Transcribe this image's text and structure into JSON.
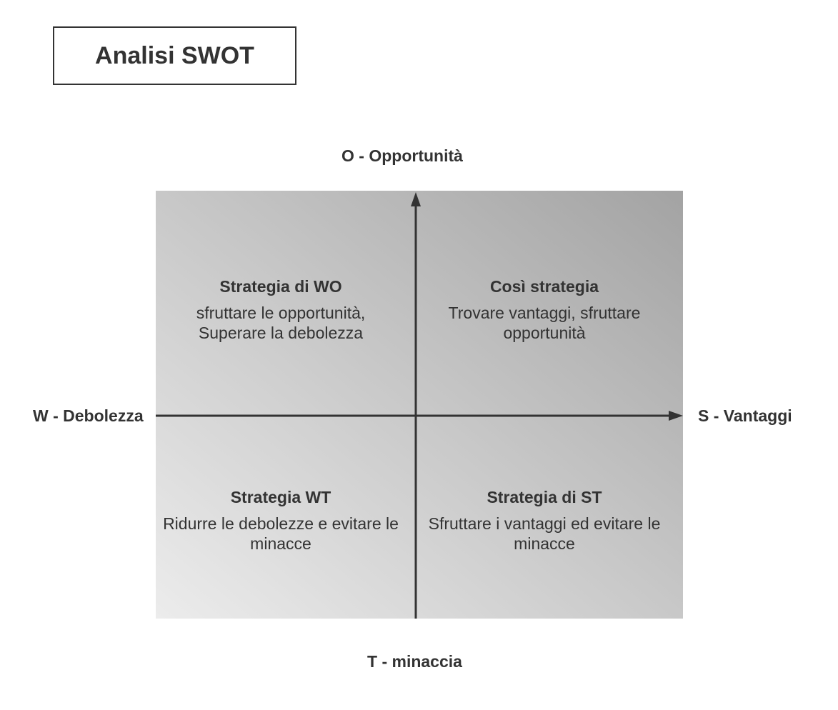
{
  "title": "Analisi SWOT",
  "axes": {
    "top": "O - Opportunità",
    "bottom": "T - minaccia",
    "left": "W - Debolezza",
    "right": "S - Vantaggi"
  },
  "quadrants": {
    "wo": {
      "title": "Strategia di WO",
      "line1": "sfruttare le opportunità,",
      "line2": "Superare la debolezza"
    },
    "so": {
      "title": "Così strategia",
      "line1": "Trovare vantaggi, sfruttare",
      "line2": "opportunità"
    },
    "wt": {
      "title": "Strategia WT",
      "line1": "Ridurre le debolezze e evitare le",
      "line2": "minacce"
    },
    "st": {
      "title": "Strategia di ST",
      "line1": "Sfruttare i vantaggi ed evitare le",
      "line2": "minacce"
    }
  },
  "colors": {
    "text": "#333333",
    "panel_light": "#ececec",
    "panel_dark": "#a3a3a3"
  }
}
